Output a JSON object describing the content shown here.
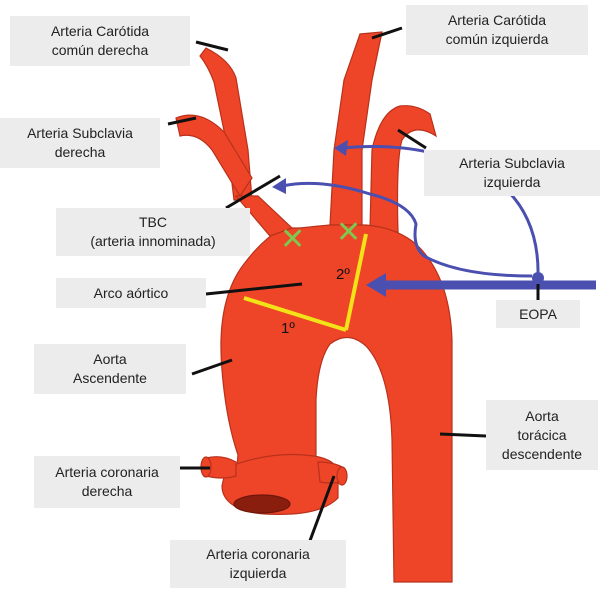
{
  "labels": {
    "carotida_der": "Arteria Carótida\ncomún derecha",
    "carotida_izq": "Arteria Carótida\ncomún izquierda",
    "subclavia_der": "Arteria Subclavia\nderecha",
    "subclavia_izq": "Arteria Subclavia\nizquierda",
    "tbc": "TBC\n(arteria innominada)",
    "arco": "Arco aórtico",
    "eopa": "EOPA",
    "aorta_asc": "Aorta\nAscendente",
    "aorta_desc": "Aorta\ntorácica\ndescendente",
    "coronaria_der": "Arteria coronaria\nderecha",
    "coronaria_izq": "Arteria coronaria\nizquierda"
  },
  "marks": {
    "first": "1º",
    "second": "2º",
    "cross": "✕"
  },
  "colors": {
    "vessel": "#ee4528",
    "vessel_dark": "#b8311b",
    "arrow": "#4b4fb0",
    "cut_line": "#f2e318",
    "cross": "#7ec850",
    "label_bg": "#ececec"
  }
}
